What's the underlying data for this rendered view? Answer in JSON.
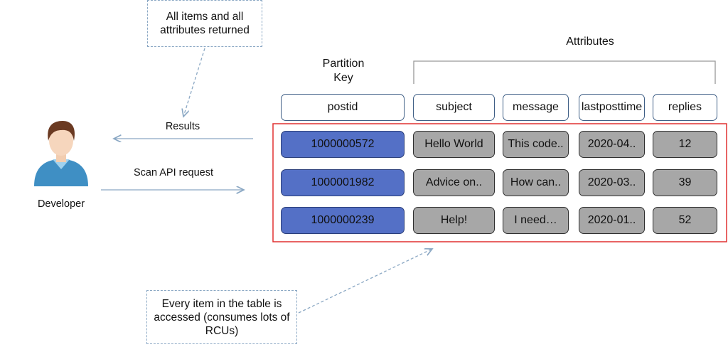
{
  "callouts": {
    "top": "All items and all attributes returned",
    "bottom": "Every item in the table is accessed (consumes lots of RCUs)"
  },
  "actor": {
    "label": "Developer",
    "icon": "person-icon"
  },
  "arrows": {
    "results": "Results",
    "request": "Scan API request"
  },
  "table": {
    "partition_key_label": "Partition Key",
    "attributes_label": "Attributes",
    "columns": [
      "postid",
      "subject",
      "message",
      "lastposttime",
      "replies"
    ],
    "rows": [
      [
        "1000000572",
        "Hello World",
        "This code..",
        "2020-04..",
        "12"
      ],
      [
        "1000001982",
        "Advice on..",
        "How can..",
        "2020-03..",
        "39"
      ],
      [
        "1000000239",
        "Help!",
        "I need…",
        "2020-01..",
        "52"
      ]
    ]
  },
  "colors": {
    "key_cell": "#5470c6",
    "attribute_cell": "#a7a7a7",
    "highlight_border": "#e03030",
    "callout_border": "#8ba8c4"
  }
}
